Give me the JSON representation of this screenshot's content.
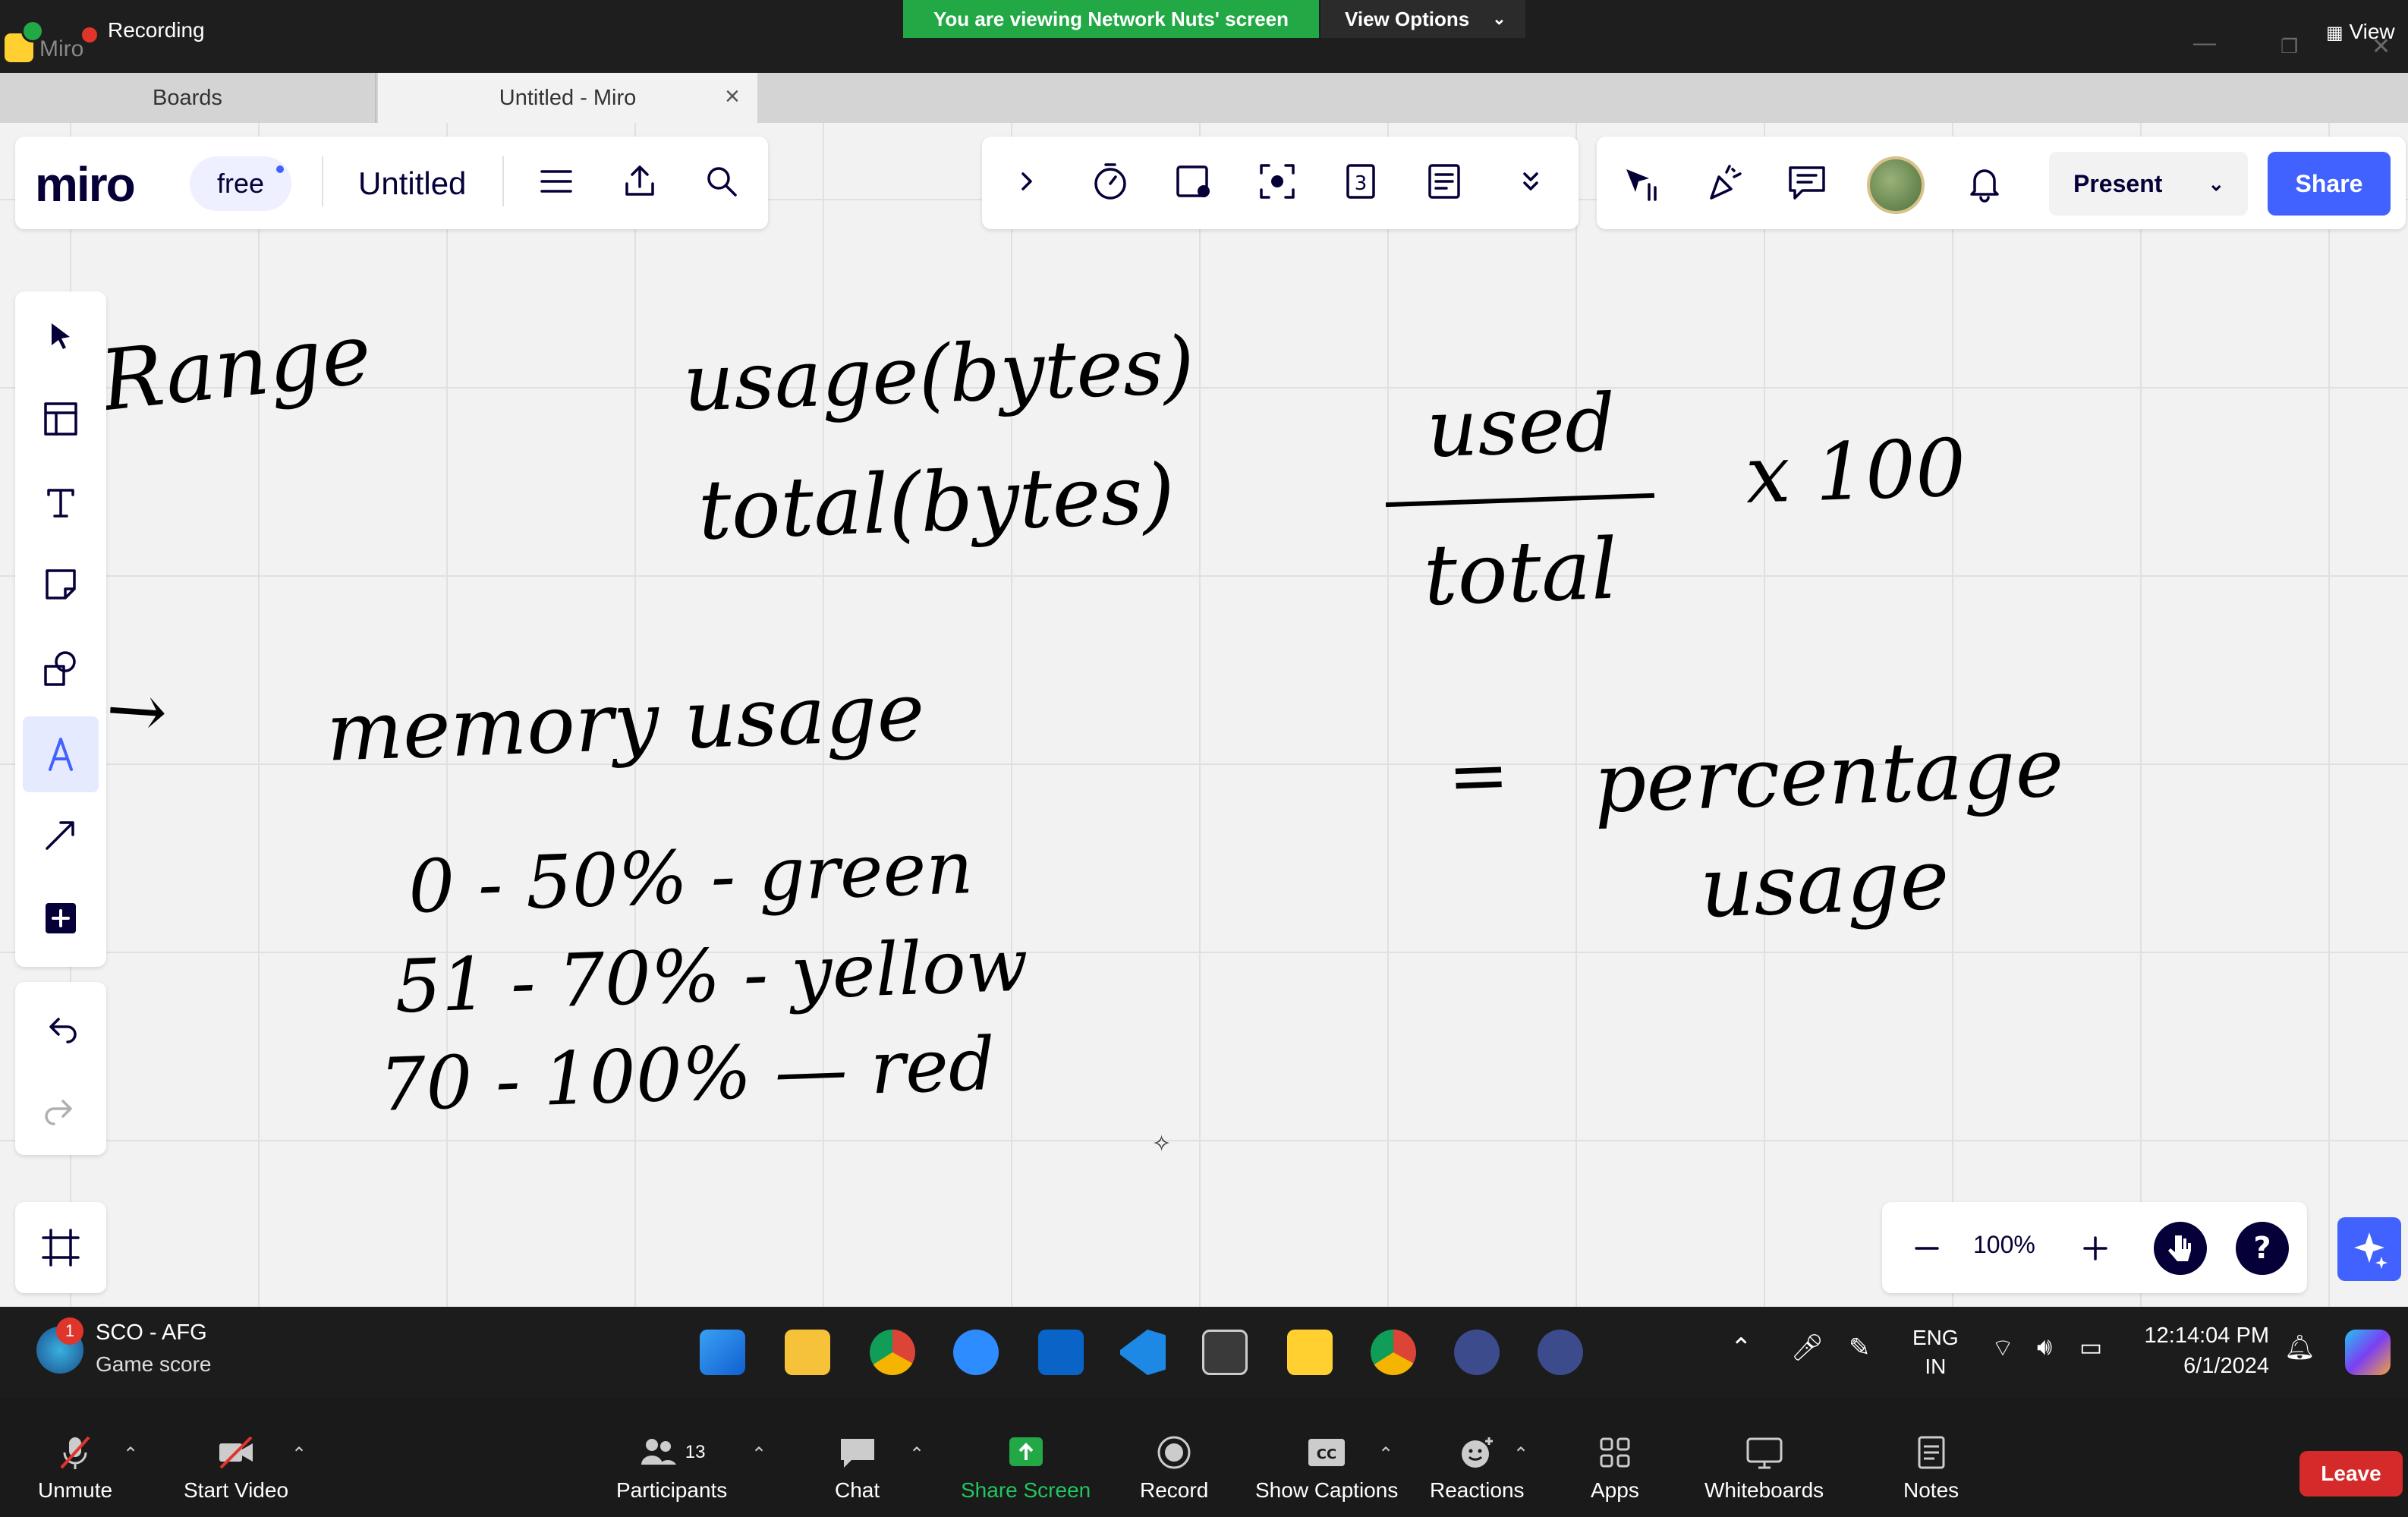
{
  "zoom_top": {
    "recording_label": "Recording",
    "viewing_banner": "You are viewing Network Nuts' screen",
    "view_options_label": "View Options",
    "view_label": "View",
    "app_name": "Miro"
  },
  "browser_tabs": [
    {
      "label": "Boards"
    },
    {
      "label": "Untitled - Miro"
    }
  ],
  "miro_header": {
    "logo": "miro",
    "plan_badge": "free",
    "board_title": "Untitled",
    "present_label": "Present",
    "share_label": "Share"
  },
  "canvas_notes": {
    "range_fragment": "Range",
    "usage_bytes": "usage(bytes)",
    "total_bytes": "total(bytes)",
    "used": "used",
    "total": "total",
    "times_100": "x 100",
    "arrow": "→",
    "memory_usage": "memory usage",
    "equals": "=",
    "percentage": "percentage",
    "usage": "usage",
    "range_green": "0 - 50% - green",
    "range_yellow": "51 - 70% - yellow",
    "range_red": "70 - 100% — red"
  },
  "zoom_control": {
    "zoom_level": "100%"
  },
  "taskbar": {
    "score_badge": "1",
    "score_title": "SCO - AFG",
    "score_subtitle": "Game score",
    "lang_line1": "ENG",
    "lang_line2": "IN",
    "time": "12:14:04 PM",
    "date": "6/1/2024"
  },
  "zoom_bottom": {
    "unmute": "Unmute",
    "start_video": "Start Video",
    "participants": "Participants",
    "participants_count": "13",
    "chat": "Chat",
    "share_screen": "Share Screen",
    "record": "Record",
    "show_captions": "Show Captions",
    "reactions": "Reactions",
    "apps": "Apps",
    "whiteboards": "Whiteboards",
    "notes": "Notes",
    "leave": "Leave"
  },
  "colors": {
    "miro_blue": "#4262ff",
    "zoom_green": "#22a845",
    "leave_red": "#d42a2a",
    "miro_yellow": "#ffd02f"
  }
}
